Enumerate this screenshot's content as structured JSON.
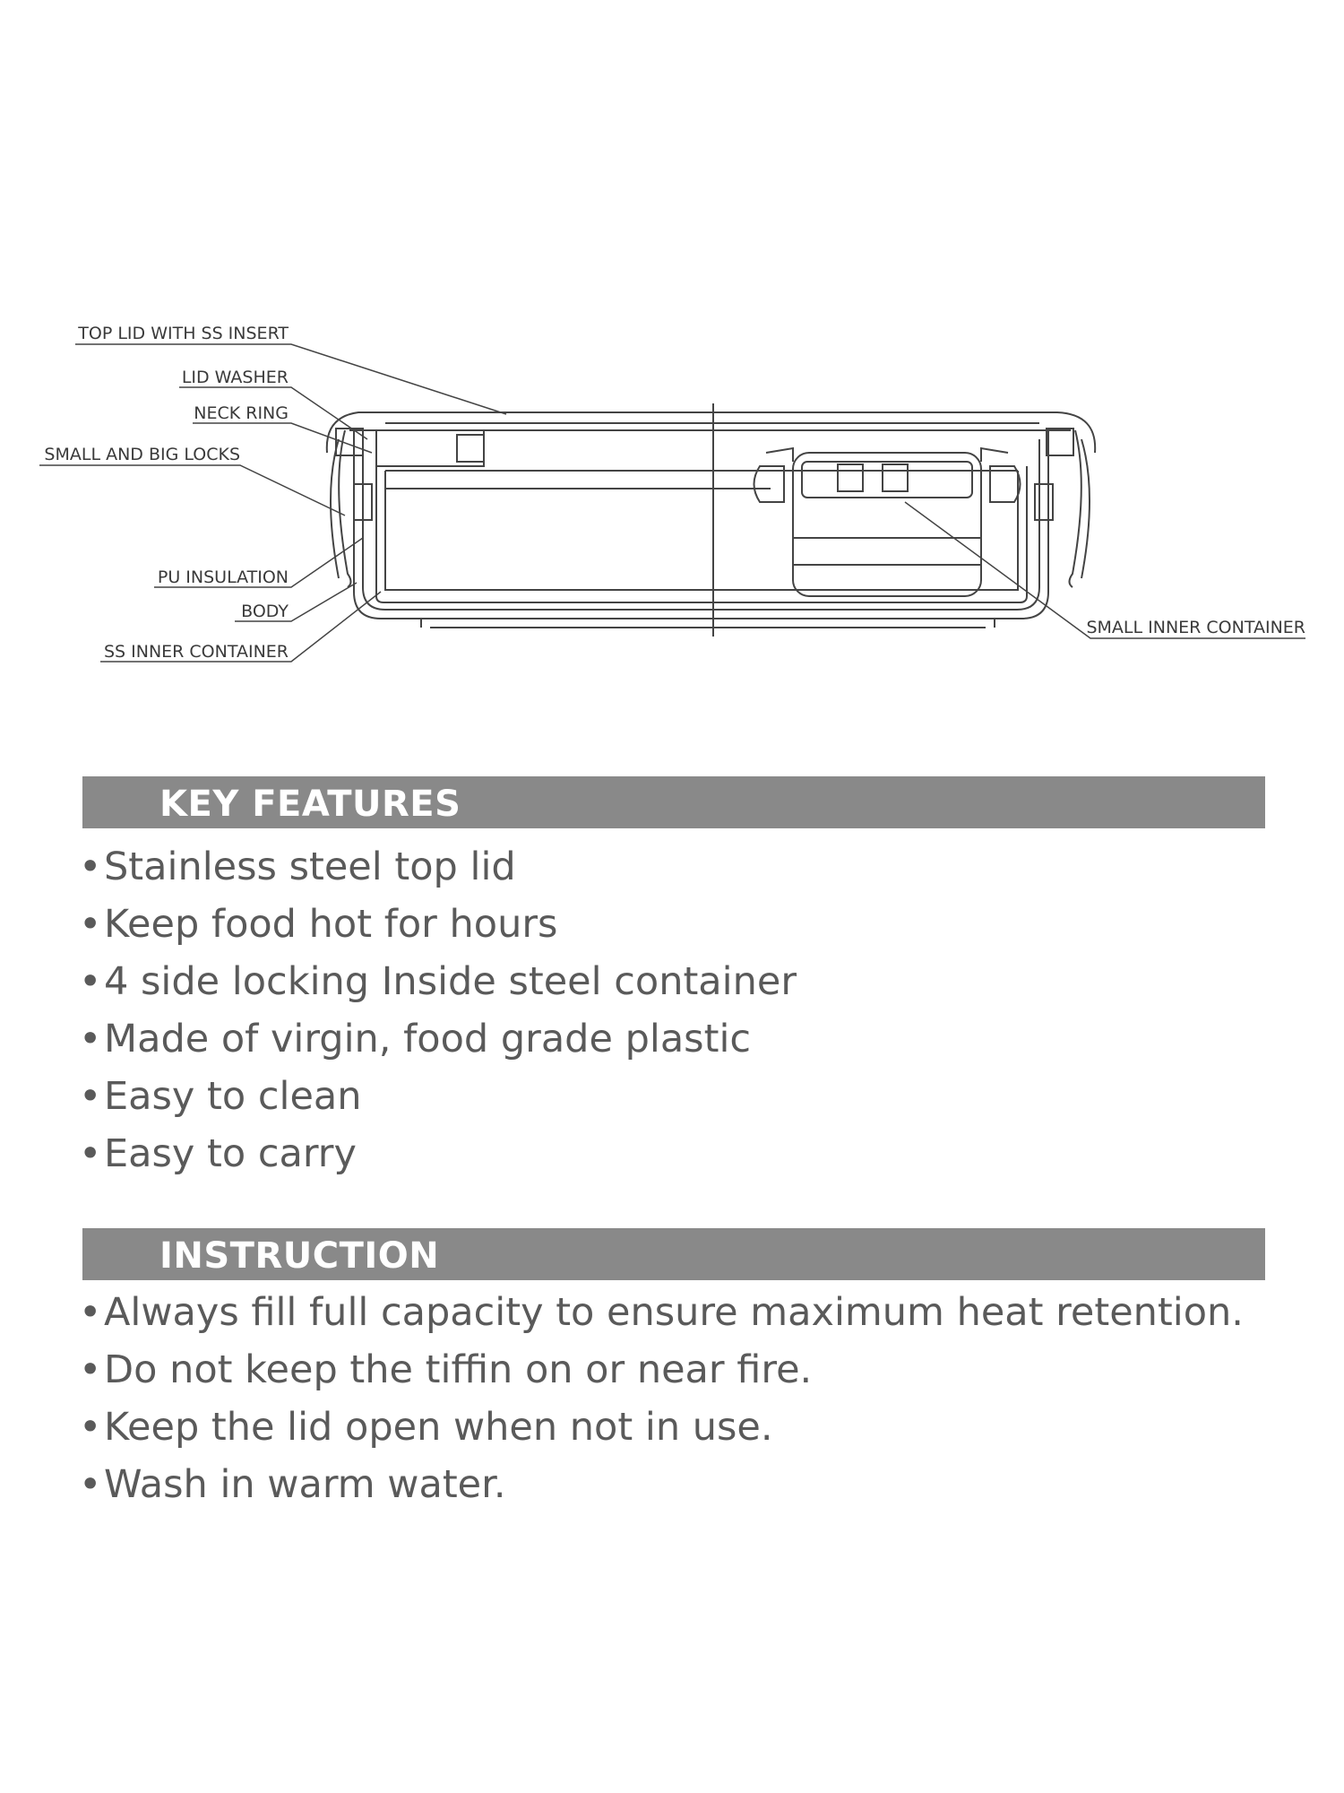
{
  "diagram": {
    "labels": {
      "top_lid": "TOP LID WITH SS INSERT",
      "lid_washer": "LID WASHER",
      "neck_ring": "NECK RING",
      "locks": "SMALL AND BIG LOCKS",
      "pu_insulation": "PU INSULATION",
      "body": "BODY",
      "ss_inner": "SS INNER CONTAINER",
      "small_inner": "SMALL INNER CONTAINER"
    }
  },
  "key_features": {
    "title": "KEY FEATURES",
    "items": [
      "Stainless steel top lid",
      "Keep food hot for hours",
      "4 side locking Inside steel container",
      "Made of virgin, food grade plastic",
      "Easy to clean",
      "Easy to carry"
    ]
  },
  "instruction": {
    "title": "INSTRUCTION",
    "items": [
      "Always fill full capacity to ensure maximum heat retention.",
      "Do not keep the tiffin on or near fire.",
      "Keep the lid open when not in use.",
      "Wash in warm water."
    ]
  },
  "bullet_glyph": "•",
  "colors": {
    "bar": "#898989",
    "text": "#5a5a5a",
    "line": "#444444"
  }
}
